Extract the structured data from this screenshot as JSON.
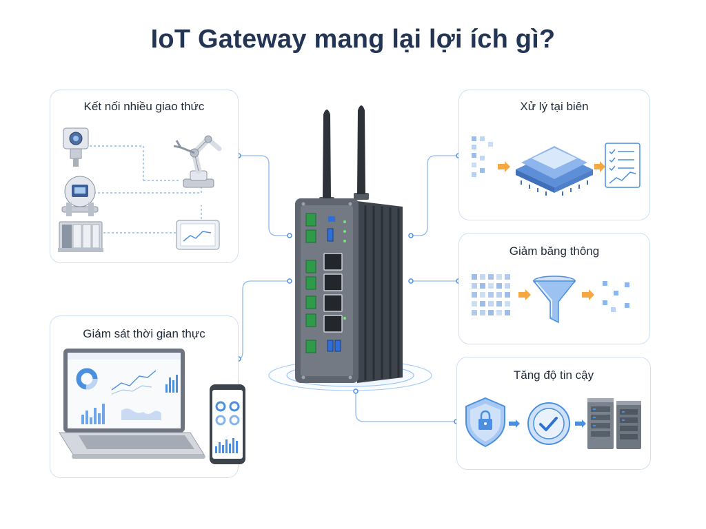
{
  "title": "IoT Gateway mang lại lợi ích gì?",
  "cards": {
    "protocol": {
      "title": "Kết nối nhiều giao thức"
    },
    "monitor": {
      "title": "Giám sát thời gian thực"
    },
    "edge": {
      "title": "Xử lý tại biên"
    },
    "bandwidth": {
      "title": "Giảm băng thông"
    },
    "reliable": {
      "title": "Tăng độ tin cậy"
    }
  },
  "colors": {
    "accent": "#4a8fe0",
    "arrow": "#f5a742",
    "card_border": "#cfe0f5",
    "title": "#233554",
    "device_body": "#5f6670",
    "terminal_green": "#2e9a4a"
  },
  "icons": [
    "pressure-sensor-icon",
    "robot-arm-icon",
    "flow-meter-icon",
    "plc-rack-icon",
    "hmi-monitor-icon",
    "laptop-dashboard-icon",
    "smartphone-dashboard-icon",
    "processor-chip-icon",
    "checklist-icon",
    "funnel-icon",
    "shield-lock-icon",
    "gear-check-icon",
    "server-icon",
    "antenna-icon",
    "ethernet-port-icon"
  ]
}
